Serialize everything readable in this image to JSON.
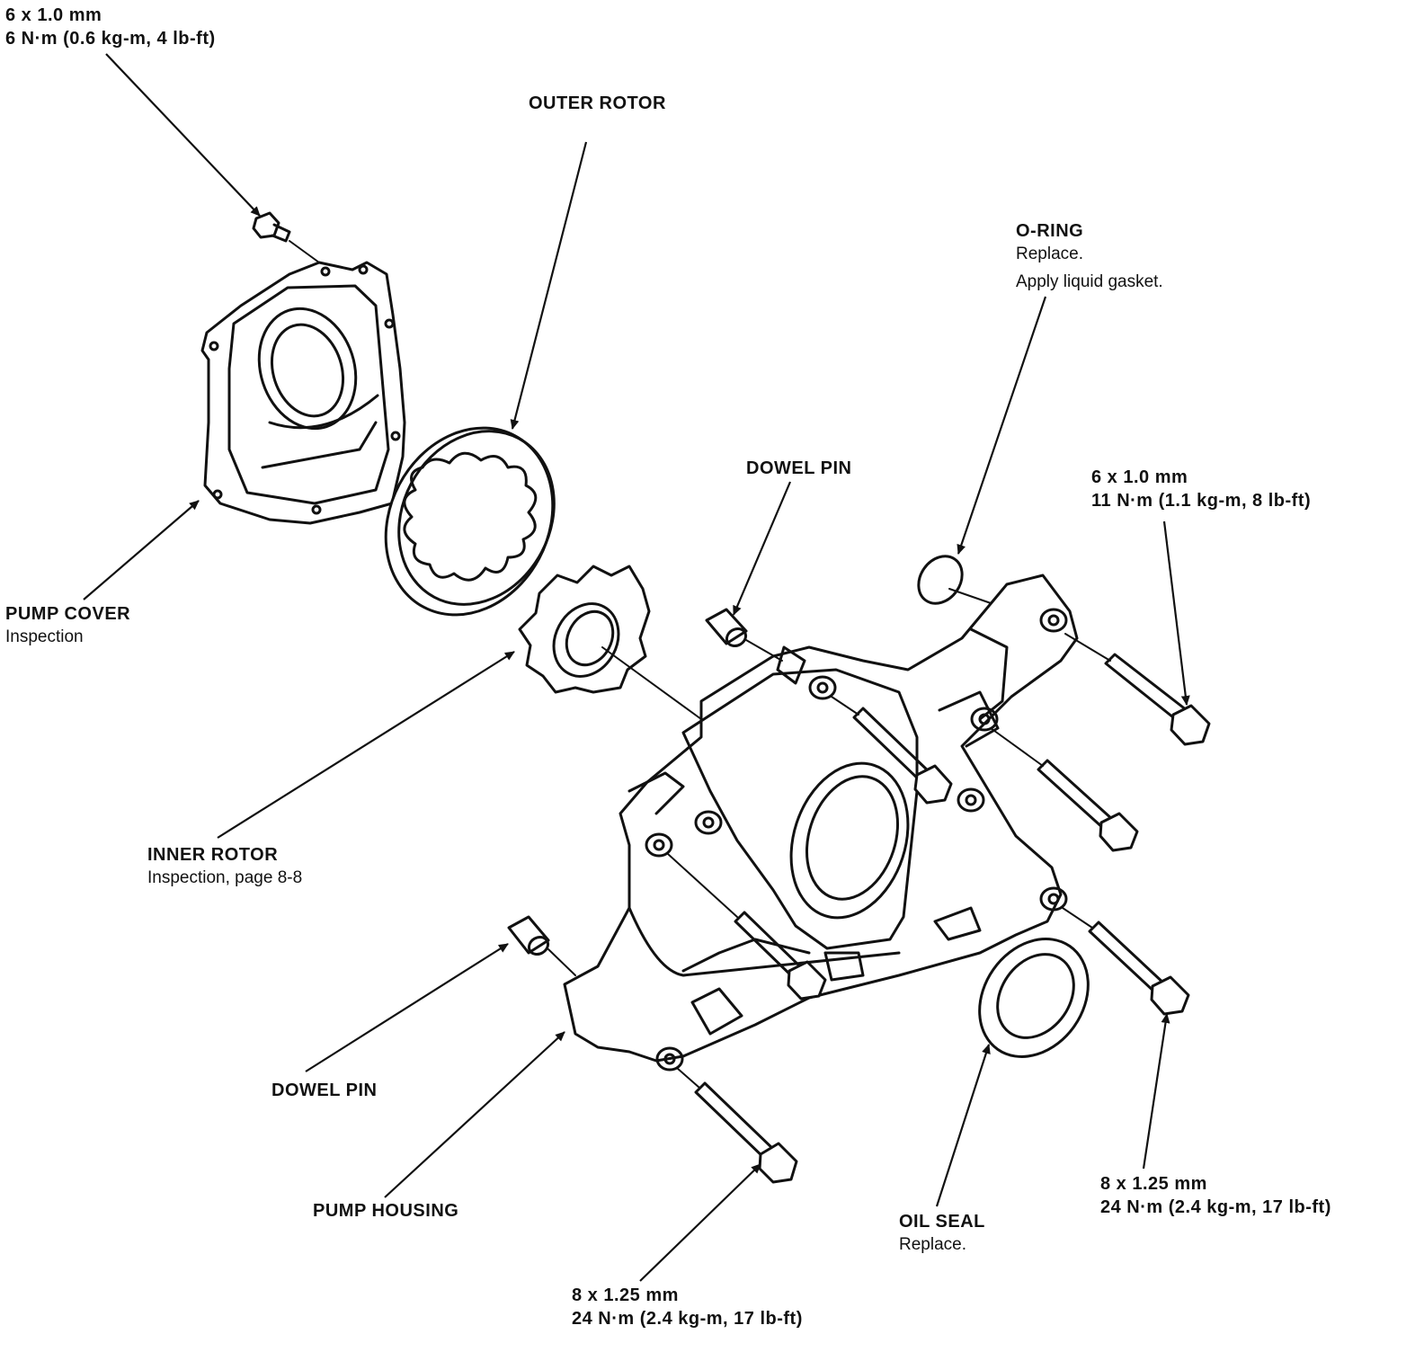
{
  "labels": {
    "top_left_bolt": {
      "spec": "6 x 1.0 mm",
      "torque": "6 N·m (0.6 kg-m, 4 lb-ft)"
    },
    "outer_rotor": {
      "name": "OUTER ROTOR"
    },
    "o_ring": {
      "name": "O-RING",
      "note1": "Replace.",
      "note2": "Apply liquid gasket."
    },
    "dowel_pin_upper": {
      "name": "DOWEL PIN"
    },
    "right_bolt": {
      "spec": "6 x 1.0 mm",
      "torque": "11 N·m (1.1 kg-m, 8 lb-ft)"
    },
    "pump_cover": {
      "name": "PUMP COVER",
      "note": "Inspection"
    },
    "inner_rotor": {
      "name": "INNER ROTOR",
      "note": "Inspection, page 8-8"
    },
    "dowel_pin_lower": {
      "name": "DOWEL PIN"
    },
    "pump_housing": {
      "name": "PUMP HOUSING"
    },
    "oil_seal": {
      "name": "OIL SEAL",
      "note": "Replace."
    },
    "lower_right_bolt": {
      "spec": "8 x 1.25 mm",
      "torque": "24 N·m (2.4 kg-m, 17 lb-ft)"
    },
    "bottom_bolt": {
      "spec": "8 x 1.25 mm",
      "torque": "24 N·m (2.4 kg-m, 17 lb-ft)"
    }
  }
}
